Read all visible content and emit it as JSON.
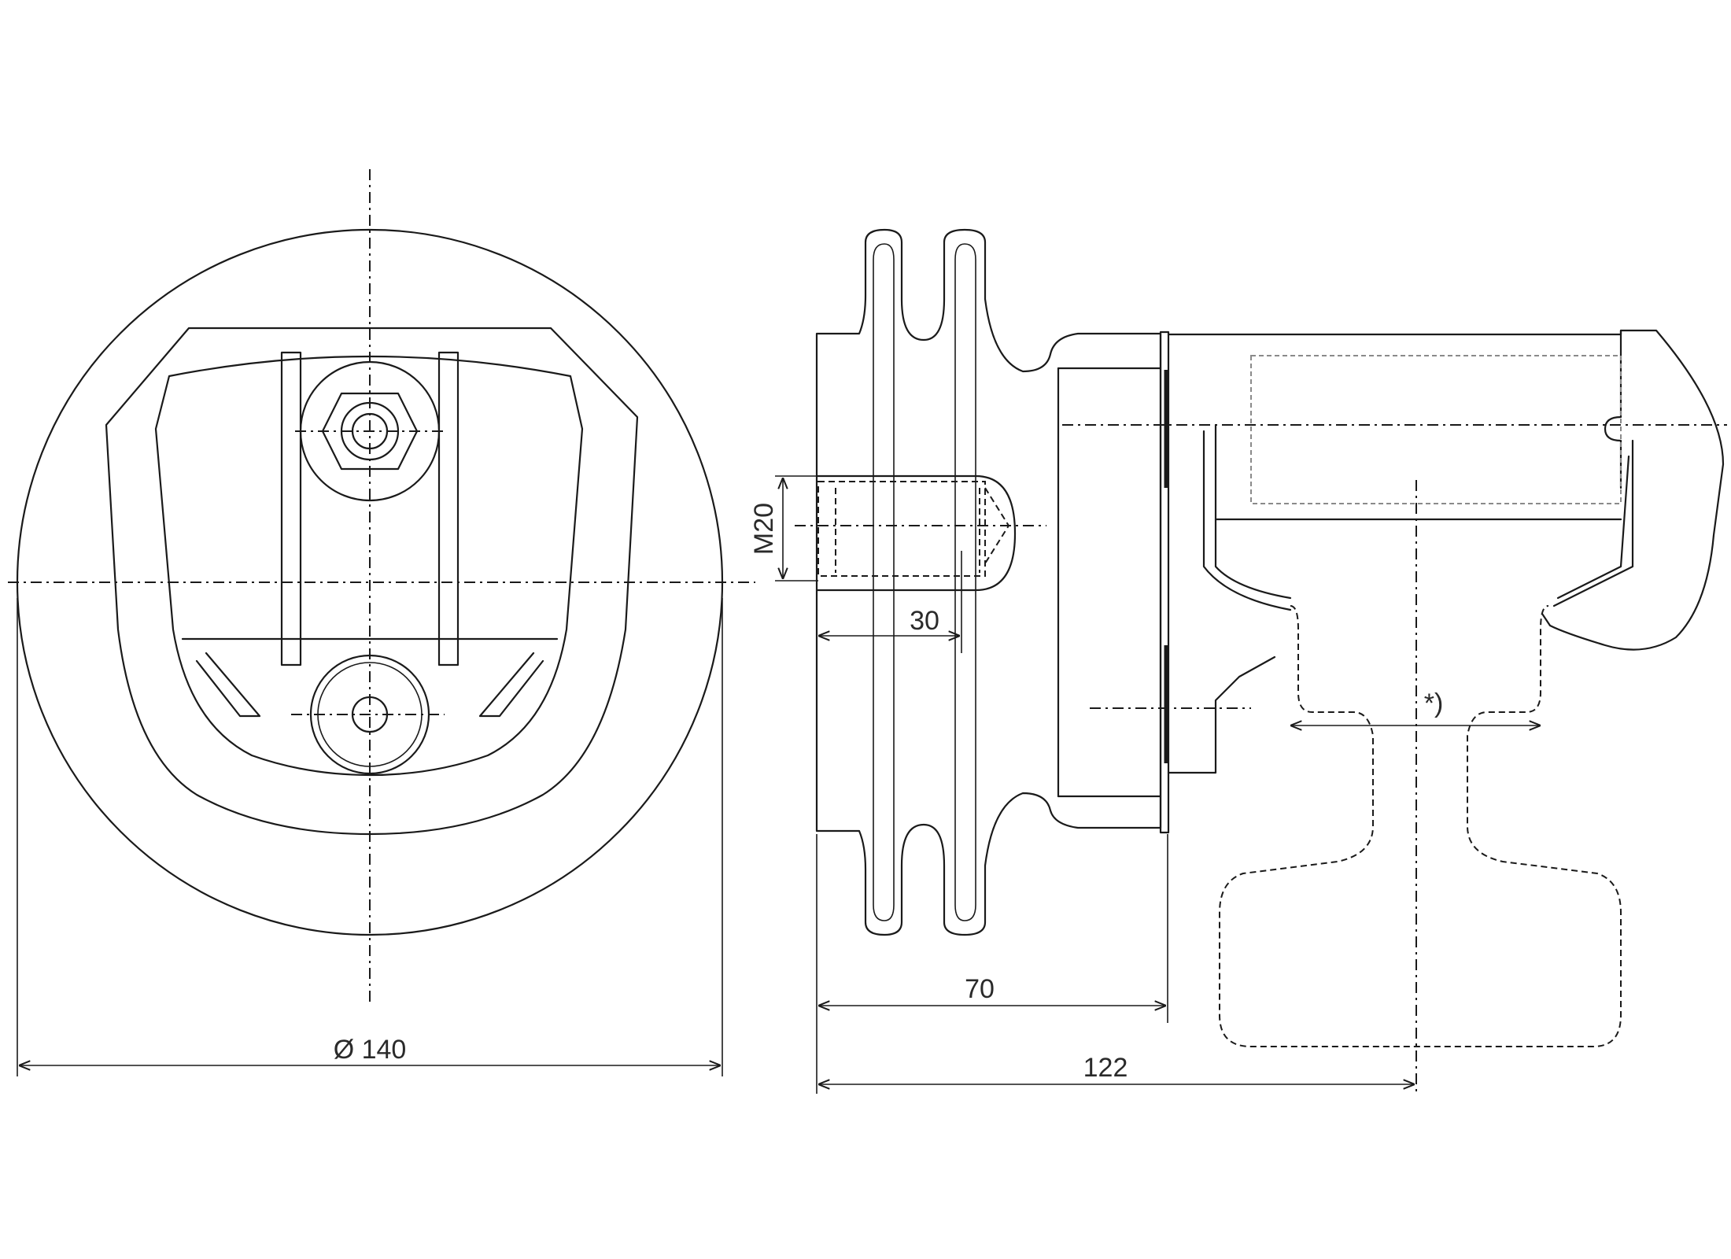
{
  "dimensions": {
    "diameter": "Ø 140",
    "thread": "M20",
    "thread_depth": "30",
    "width": "70",
    "overall": "122",
    "note": "*)"
  },
  "colors": {
    "line": "#1a1a1a",
    "background": "#ffffff"
  }
}
